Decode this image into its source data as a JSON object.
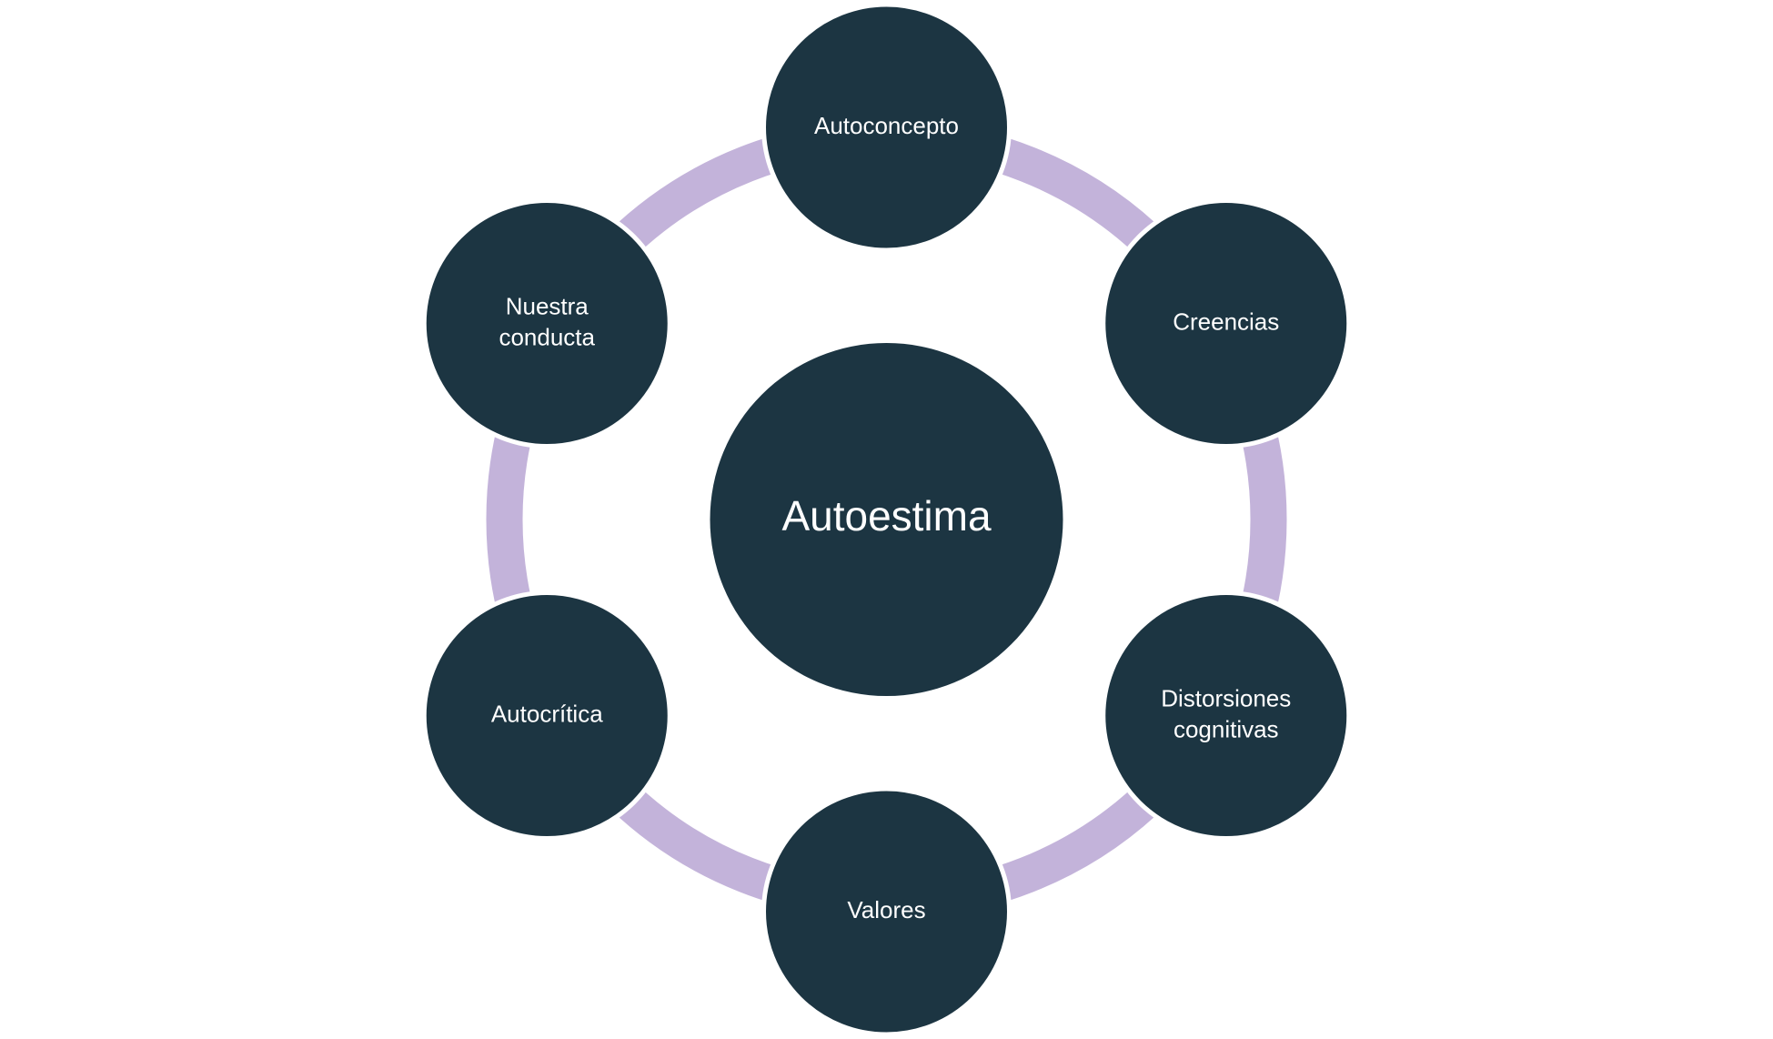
{
  "diagram": {
    "type": "cycle",
    "center": {
      "label": "Autoestima"
    },
    "nodes": [
      {
        "id": "autoconcepto",
        "lines": [
          "Autoconcepto"
        ]
      },
      {
        "id": "creencias",
        "lines": [
          "Creencias"
        ]
      },
      {
        "id": "distorsiones-cognitivas",
        "lines": [
          "Distorsiones",
          "cognitivas"
        ]
      },
      {
        "id": "valores",
        "lines": [
          "Valores"
        ]
      },
      {
        "id": "autocritica",
        "lines": [
          "Autocrítica"
        ]
      },
      {
        "id": "nuestra-conducta",
        "lines": [
          "Nuestra",
          "conducta"
        ]
      }
    ],
    "colors": {
      "node_fill": "#1C3542",
      "ring": "#C3B3DA",
      "text": "#FFFFFF",
      "background": "#FFFFFF"
    }
  }
}
